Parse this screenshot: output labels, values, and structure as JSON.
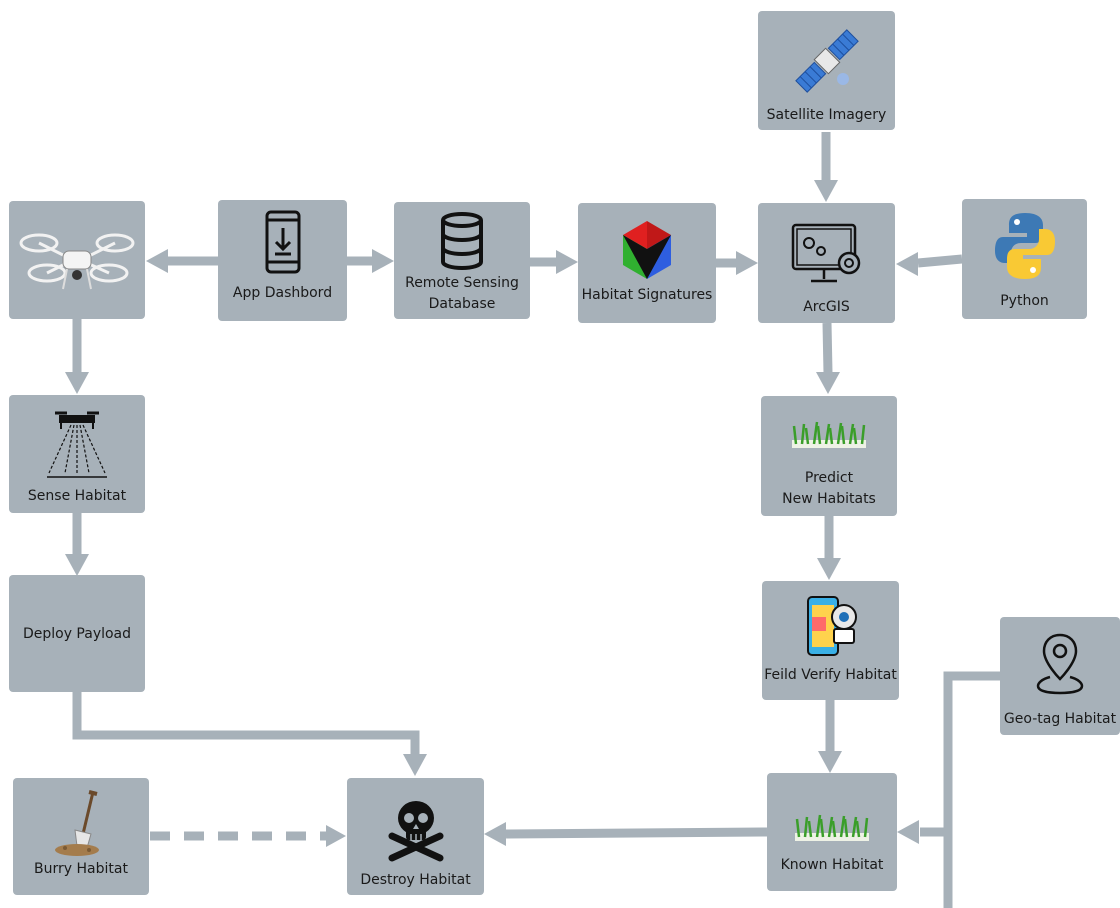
{
  "nodes": {
    "drone": {
      "label": ""
    },
    "app_dashboard": {
      "label": "App Dashbord"
    },
    "remote_sensing": {
      "line1": "Remote Sensing",
      "line2": "Database"
    },
    "habitat_signatures": {
      "label": "Habitat Signatures"
    },
    "arcgis": {
      "label": "ArcGIS"
    },
    "satellite": {
      "label": "Satellite Imagery"
    },
    "python": {
      "label": "Python"
    },
    "sense_habitat": {
      "label": "Sense Habitat"
    },
    "deploy_payload": {
      "label": "Deploy Payload"
    },
    "predict": {
      "line1": "Predict",
      "line2": "New Habitats"
    },
    "field_verify": {
      "label": "Feild Verify Habitat"
    },
    "geotag": {
      "label": "Geo-tag Habitat"
    },
    "known_habitat": {
      "label": "Known Habitat"
    },
    "destroy_habitat": {
      "label": "Destroy Habitat"
    },
    "burry_habitat": {
      "label": "Burry Habitat"
    }
  },
  "icons": {
    "drone": "drone-icon",
    "app_dashboard": "mobile-download-icon",
    "remote_sensing": "database-icon",
    "habitat_signatures": "rgb-cube-icon",
    "arcgis": "computer-gears-icon",
    "satellite": "satellite-icon",
    "python": "python-logo-icon",
    "sense_habitat": "drone-sensing-icon",
    "predict": "grass-icon",
    "field_verify": "phone-camera-icon",
    "geotag": "location-pin-icon",
    "known_habitat": "grass-icon",
    "destroy_habitat": "skull-crossbones-icon",
    "burry_habitat": "shovel-dirt-icon"
  },
  "colors": {
    "box": "#a7b1b9",
    "connector": "#a7b1b9",
    "text": "#1a1a1a"
  }
}
